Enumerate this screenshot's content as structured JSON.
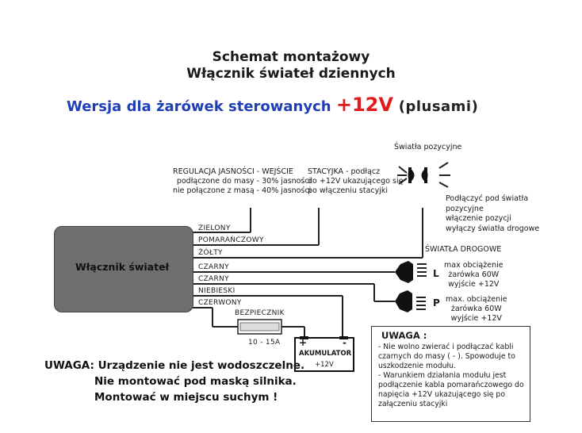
{
  "title_line1": "Schemat montażowy",
  "title_line2": "Włącznik świateł dziennych",
  "subtitle_part1": "Wersja dla żarówek sterowanych ",
  "subtitle_part2": "+12V",
  "subtitle_part3": " (plusami)",
  "module_label": "Włącznik świateł",
  "regulation_note": [
    "REGULACJA JASNOŚCI - WEJŚCIE",
    "podłączone do masy - 30% jasności",
    "nie połączone z masą - 40% jasności"
  ],
  "ignition_note": [
    "STACYJKA - podłącz",
    "do +12V ukazującego się",
    "po włączeniu stacyjki"
  ],
  "position_lights_title": "Światła pozycyjne",
  "position_note": [
    "Podłączyć pod światła",
    "pozycyjne",
    "włączenie pozycji",
    "wyłączy światła drogowe"
  ],
  "road_lights_title": "ŚWIATŁA DROGOWE",
  "wires": [
    "ZIELONY",
    "POMARAŃCZOWY",
    "ŻÓŁTY",
    "CZARNY",
    "CZARNY",
    "NIEBIESKI",
    "CZERWONY"
  ],
  "left_lamp": {
    "side": "L",
    "load": "max obciążenie",
    "bulb": "żarówka 60W",
    "output": "wyjście +12V"
  },
  "right_lamp": {
    "side": "P",
    "load": "max. obciążenie",
    "bulb": "żarówka 60W",
    "output": "wyjście +12V"
  },
  "fuse_label": "BEZPIECZNIK",
  "fuse_rating": "10 - 15A",
  "battery": {
    "plus": "+",
    "minus": "-",
    "label": "AKUMULATOR",
    "voltage": "+12V"
  },
  "warning_lines": [
    "UWAGA: Urządzenie nie jest wodoszczelne.",
    "Nie montować pod maską silnika.",
    "Montować w miejscu suchym !"
  ],
  "notice_title": "UWAGA :",
  "notice_lines": [
    "- Nie wolno zwierać i podłączać kabli",
    "czarnych do masy ( - ). Spowoduje to",
    "uszkodzenie modułu.",
    "- Warunkiem działania modułu jest",
    "podłączenie kabla pomarańczowego do",
    "napięcia  +12V ukazującego się po",
    "załączeniu stacyjki"
  ],
  "colors": {
    "title_blue": "#1f3fb8",
    "plus_red": "#e01b1b",
    "module_gray": "#6f6f6f"
  }
}
